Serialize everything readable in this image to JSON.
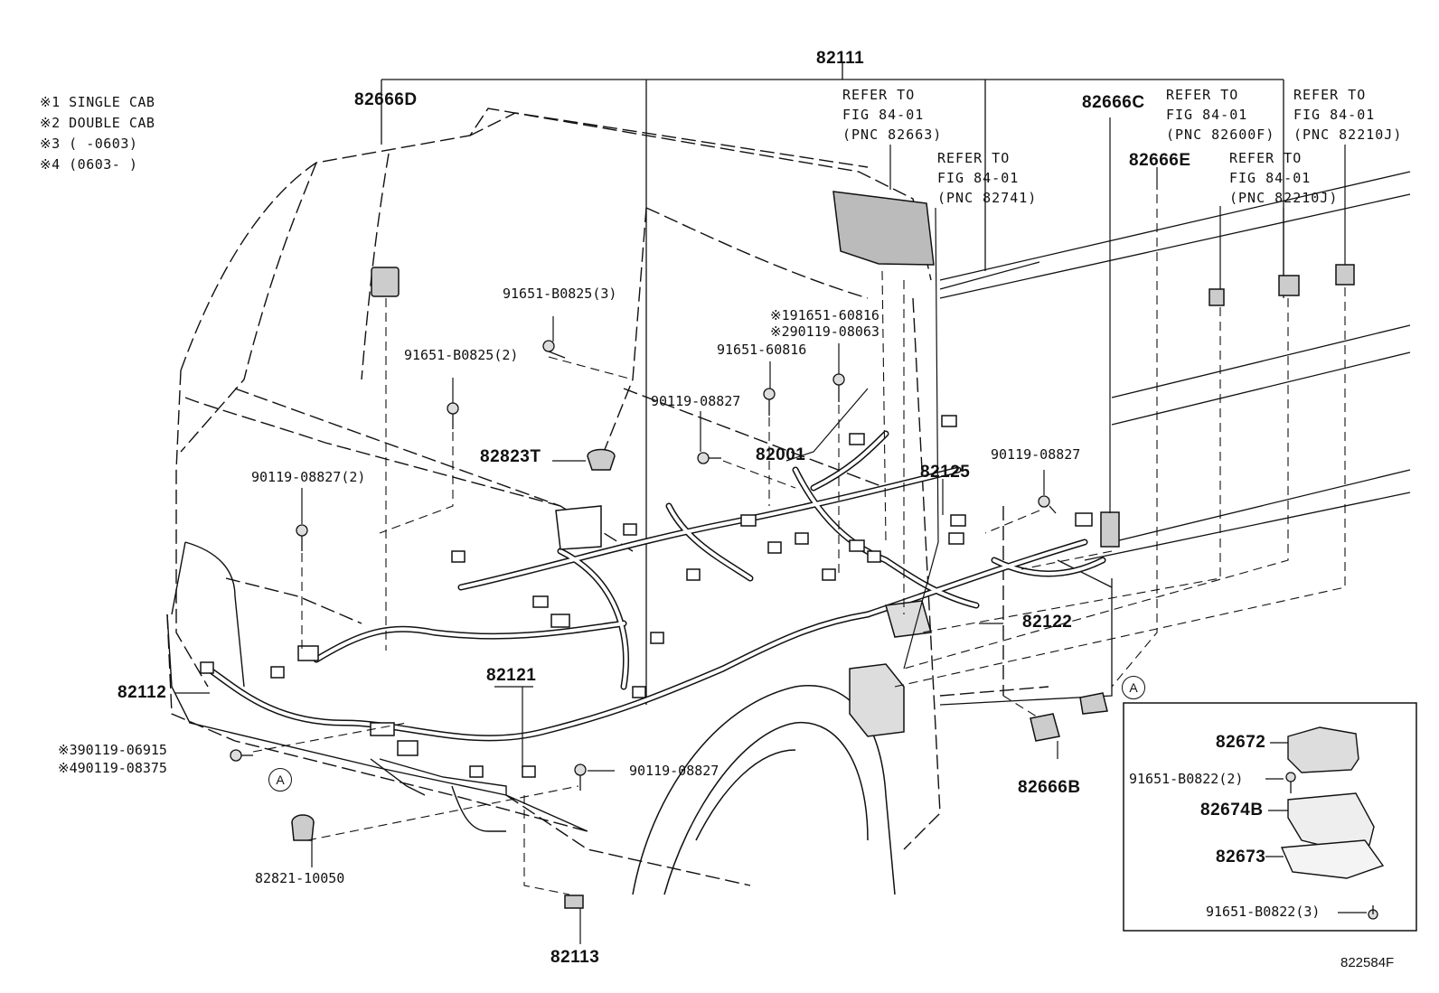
{
  "notes": [
    "※1 SINGLE CAB",
    "※2 DOUBLE CAB",
    "※3 (     -0603)",
    "※4 (0603-     )"
  ],
  "refs": [
    {
      "id": "r1",
      "lines": [
        "REFER TO",
        "FIG 84-01",
        "(PNC 82663)"
      ]
    },
    {
      "id": "r2",
      "lines": [
        "REFER TO",
        "FIG 84-01",
        "(PNC 82741)"
      ]
    },
    {
      "id": "r3",
      "lines": [
        "REFER TO",
        "FIG 84-01",
        "(PNC 82600F)"
      ]
    },
    {
      "id": "r4",
      "lines": [
        "REFER TO",
        "FIG 84-01",
        "(PNC 82210J)"
      ]
    },
    {
      "id": "r5",
      "lines": [
        "REFER TO",
        "FIG 84-01",
        "(PNC 82210J)"
      ]
    }
  ],
  "parts": {
    "p82111": "82111",
    "p82666D": "82666D",
    "p82666C": "82666C",
    "p82666E": "82666E",
    "p91651_B0825_3": "91651-B0825(3)",
    "p91651_B0825_2": "91651-B0825(2)",
    "p91651_60816_n1": "※191651-60816",
    "p90119_08063_n2": "※290119-08063",
    "p91651_60816": "91651-60816",
    "p90119_08827_a": "90119-08827",
    "p82823T": "82823T",
    "p82001": "82001",
    "p82125": "82125",
    "p90119_08827_b": "90119-08827",
    "p90119_08827_2": "90119-08827(2)",
    "p82122": "82122",
    "p82121": "82121",
    "p82112": "82112",
    "p90119_06915_n3": "※390119-06915",
    "p90119_08375_n4": "※490119-08375",
    "p90119_08827_c": "90119-08827",
    "p82666B": "82666B",
    "p82821_10050": "82821-10050",
    "p82113": "82113",
    "p82672": "82672",
    "p91651_B0822_2": "91651-B0822(2)",
    "p82674B": "82674B",
    "p82673": "82673",
    "p91651_B0822_3": "91651-B0822(3)"
  },
  "markers": {
    "a1": "A",
    "a2": "A"
  },
  "figure_code": "822584F"
}
